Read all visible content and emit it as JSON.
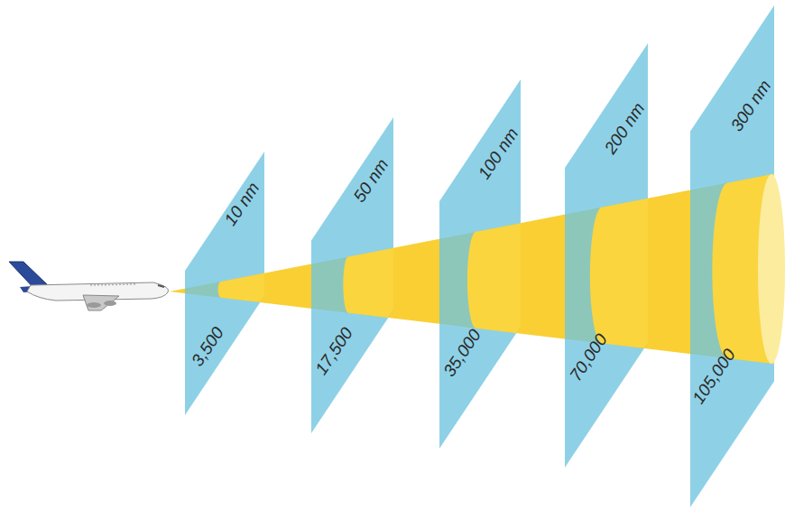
{
  "diagram": {
    "nodes": [
      {
        "text": [
          "10 nm",
          "3,500"
        ]
      },
      {
        "text": [
          "50 nm",
          "17,500"
        ]
      },
      {
        "text": [
          "100 nm",
          "35,000"
        ]
      },
      {
        "text": [
          "200 nm",
          "70,000"
        ]
      },
      {
        "text": [
          "300 nm",
          "105,000"
        ]
      }
    ]
  }
}
